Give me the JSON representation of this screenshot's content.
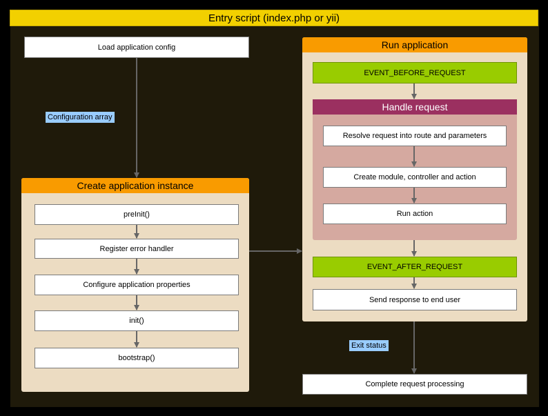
{
  "header": {
    "title": "Entry script (index.php or yii)"
  },
  "left": {
    "load_config": "Load application config",
    "config_label": "Configuration array",
    "create_title": "Create application instance",
    "steps": [
      "preInit()",
      "Register error handler",
      "Configure application properties",
      "init()",
      "bootstrap()"
    ]
  },
  "right": {
    "run_title": "Run application",
    "before_event": "EVENT_BEFORE_REQUEST",
    "handle_title": "Handle request",
    "handle_steps": [
      "Resolve request into route and parameters",
      "Create module, controller and action",
      "Run action"
    ],
    "after_event": "EVENT_AFTER_REQUEST",
    "send_response": "Send response to end user",
    "exit_label": "Exit status",
    "complete": "Complete request processing"
  },
  "colors": {
    "background": "#1f1a0a",
    "entry_header": "#f2d000",
    "panel_header": "#f99b00",
    "panel_body": "#ecdcc2",
    "event_green": "#99cc00",
    "handle_header": "#9b3060",
    "handle_body": "#d5a9a0",
    "edge_label": "#99ccff"
  }
}
